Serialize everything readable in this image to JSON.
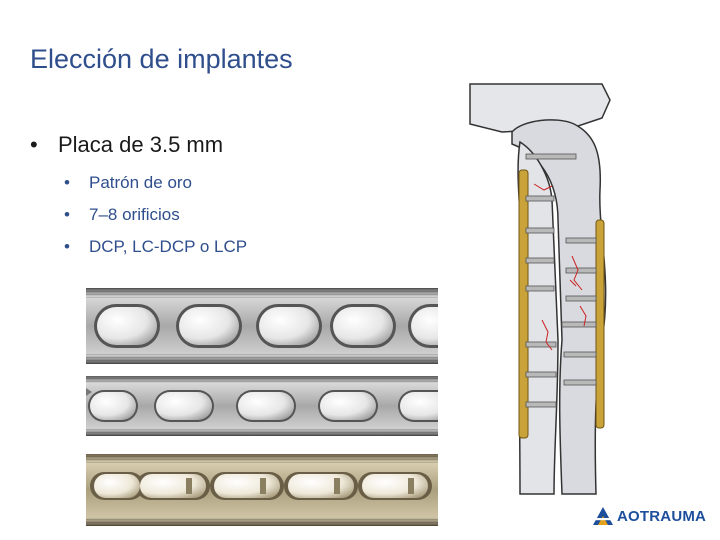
{
  "slide": {
    "title": "Elección de implantes",
    "bullet_main": "Placa  de 3.5 mm",
    "sub_bullets": [
      "Patrón de oro",
      "7–8 orificios",
      "DCP, LC-DCP o  LCP"
    ]
  },
  "logo": {
    "text": "AOTRAUMA"
  },
  "colors": {
    "title": "#2f4e8c",
    "plate_steel": "#9e9e9e",
    "plate_gold": "#b5a888",
    "implant_gold": "#c9a33a",
    "fracture_lines": "#cc2222",
    "logo_blue": "#1e4f9c"
  },
  "icons": {
    "logo_mark": "aotrauma-logo-icon"
  }
}
